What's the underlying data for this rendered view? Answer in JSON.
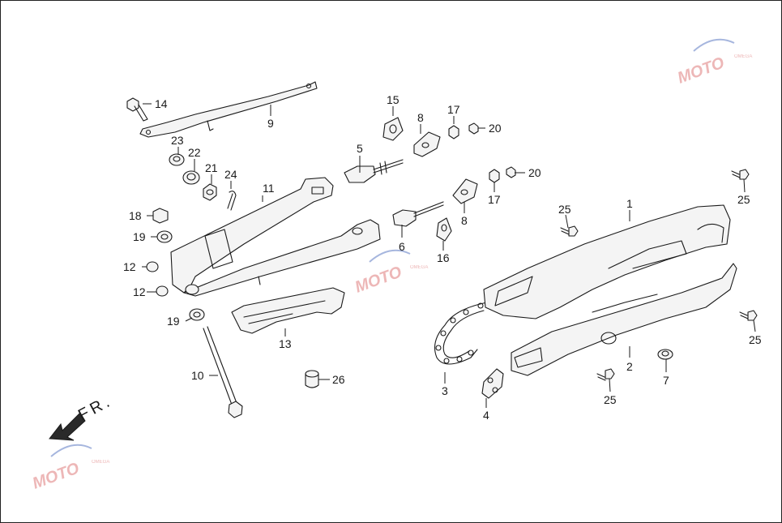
{
  "diagram": {
    "direction_label": "FR.",
    "watermark_text": "MOTO",
    "watermark_sub": "OMEGA",
    "callouts": [
      {
        "id": "c1",
        "label": "1"
      },
      {
        "id": "c2",
        "label": "2"
      },
      {
        "id": "c3",
        "label": "3"
      },
      {
        "id": "c4",
        "label": "4"
      },
      {
        "id": "c5",
        "label": "5"
      },
      {
        "id": "c6",
        "label": "6"
      },
      {
        "id": "c7",
        "label": "7"
      },
      {
        "id": "c8a",
        "label": "8"
      },
      {
        "id": "c8b",
        "label": "8"
      },
      {
        "id": "c9",
        "label": "9"
      },
      {
        "id": "c10",
        "label": "10"
      },
      {
        "id": "c11",
        "label": "11"
      },
      {
        "id": "c12a",
        "label": "12"
      },
      {
        "id": "c12b",
        "label": "12"
      },
      {
        "id": "c13",
        "label": "13"
      },
      {
        "id": "c14",
        "label": "14"
      },
      {
        "id": "c15",
        "label": "15"
      },
      {
        "id": "c16",
        "label": "16"
      },
      {
        "id": "c17a",
        "label": "17"
      },
      {
        "id": "c17b",
        "label": "17"
      },
      {
        "id": "c18",
        "label": "18"
      },
      {
        "id": "c19a",
        "label": "19"
      },
      {
        "id": "c19b",
        "label": "19"
      },
      {
        "id": "c20a",
        "label": "20"
      },
      {
        "id": "c20b",
        "label": "20"
      },
      {
        "id": "c21",
        "label": "21"
      },
      {
        "id": "c22",
        "label": "22"
      },
      {
        "id": "c23",
        "label": "23"
      },
      {
        "id": "c24",
        "label": "24"
      },
      {
        "id": "c25a",
        "label": "25"
      },
      {
        "id": "c25b",
        "label": "25"
      },
      {
        "id": "c25c",
        "label": "25"
      },
      {
        "id": "c25d",
        "label": "25"
      },
      {
        "id": "c26",
        "label": "26"
      }
    ]
  }
}
